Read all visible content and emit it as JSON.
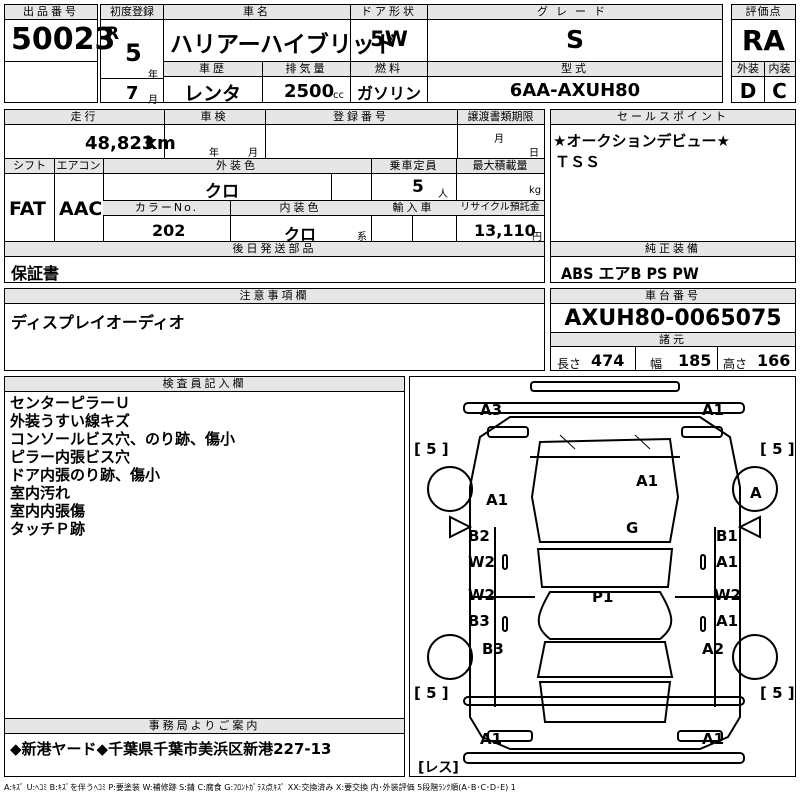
{
  "header": {
    "lot_no_label": "出品番号",
    "lot_no": "50023",
    "first_reg_label": "初度登録",
    "era": "R",
    "year": "5",
    "year_unit": "年",
    "month": "7",
    "month_unit": "月",
    "car_name_label": "車名",
    "car_name": "ハリアーハイブリッド",
    "history_label": "車歴",
    "history": "レンタ",
    "displacement_label": "排気量",
    "displacement": "2500",
    "displacement_unit": "cc",
    "door_label": "ドア形状",
    "door": "5W",
    "fuel_label": "燃料",
    "fuel": "ガソリン",
    "grade_label": "グレード",
    "grade": "S",
    "model_label": "型式",
    "model": "6AA-AXUH80",
    "score_label": "評価点",
    "score": "RA",
    "ext_label": "外装",
    "ext": "D",
    "int_label": "内装",
    "int": "C"
  },
  "middle": {
    "mileage_label": "走行",
    "mileage": "48,823",
    "mileage_unit": "km",
    "inspection_label": "車検",
    "insp_year_unit": "年",
    "insp_month_unit": "月",
    "reg_no_label": "登録番号",
    "deadline_label": "譲渡書類期限",
    "deadline_month_unit": "月",
    "deadline_day_unit": "日",
    "shift_label": "シフト",
    "shift": "FAT",
    "ac_label": "エアコン",
    "ac": "AAC",
    "ext_color_label": "外装色",
    "ext_color": "クロ",
    "capacity_label": "乗車定員",
    "capacity": "5",
    "capacity_unit": "人",
    "max_load_label": "最大積載量",
    "max_load_unit": "kg",
    "color_no_label": "カラーNo.",
    "color_no": "202",
    "int_color_label": "内装色",
    "int_color": "クロ",
    "int_color_unit": "系",
    "import_label": "輸入車",
    "recycle_label": "リサイクル預託金",
    "recycle": "13,110",
    "recycle_unit": "円",
    "later_parts_label": "後日発送部品",
    "later_parts": "保証書",
    "sales_label": "セールスポイント",
    "sales_line1": "★オークションデビュー★",
    "sales_line2": "ＴＳＳ",
    "equip_label": "純正装備",
    "equip": "ABS エアB PS PW",
    "notes_label": "注意事項欄",
    "notes": "ディスプレイオーディオ",
    "chassis_label": "車台番号",
    "chassis": "AXUH80-0065075",
    "spec_label": "諸元",
    "length_label": "長さ",
    "length": "474",
    "width_label": "幅",
    "width": "185",
    "height_label": "高さ",
    "height": "166"
  },
  "inspector": {
    "label": "検査員記入欄",
    "lines": [
      "センターピラーＵ",
      "外装うすい線キズ",
      "コンソールビス穴、のり跡、傷小",
      "ピラー内張ビス穴",
      "ドア内張のり跡、傷小",
      "室内汚れ",
      "室内内張傷",
      "タッチＰ跡"
    ]
  },
  "office": {
    "label": "事務局よりご案内",
    "text": "◆新港ヤード◆千葉県千葉市美浜区新港227-13"
  },
  "diagram": {
    "tire_fl": "[ 5 ]",
    "tire_fr": "[ 5 ]",
    "tire_rl": "[ 5 ]",
    "tire_rr": "[ 5 ]",
    "labels": {
      "a3": "A3",
      "a1_front_right": "A1",
      "a1_fender_left": "A1",
      "a1_hood": "A1",
      "a_fender_right": "A",
      "g": "G",
      "b2": "B2",
      "w2_front_left": "W2",
      "b1": "B1",
      "a1_door_right": "A1",
      "w2_rear_left": "W2",
      "b3_door_left": "B3",
      "w2_rear_right": "W2",
      "a1_rear_right": "A1",
      "p1": "P1",
      "b3_quarter_left": "B3",
      "a2": "A2",
      "a1_bumper_left": "A1",
      "a1_bumper_right": "A1",
      "spare": "[レス]"
    }
  },
  "legend": "A:ｷｽﾞ U:ﾍｺﾐ B:ｷｽﾞを伴うﾍｺﾐ P:要塗装 W:補修跡 S:錆 C:腐食 G:ﾌﾛﾝﾄｶﾞﾗｽ点ｷｽﾞ XX:交換済み X:要交換 内･外装評価 5段階ﾗﾝｸ順(A･B･C･D･E) 1"
}
